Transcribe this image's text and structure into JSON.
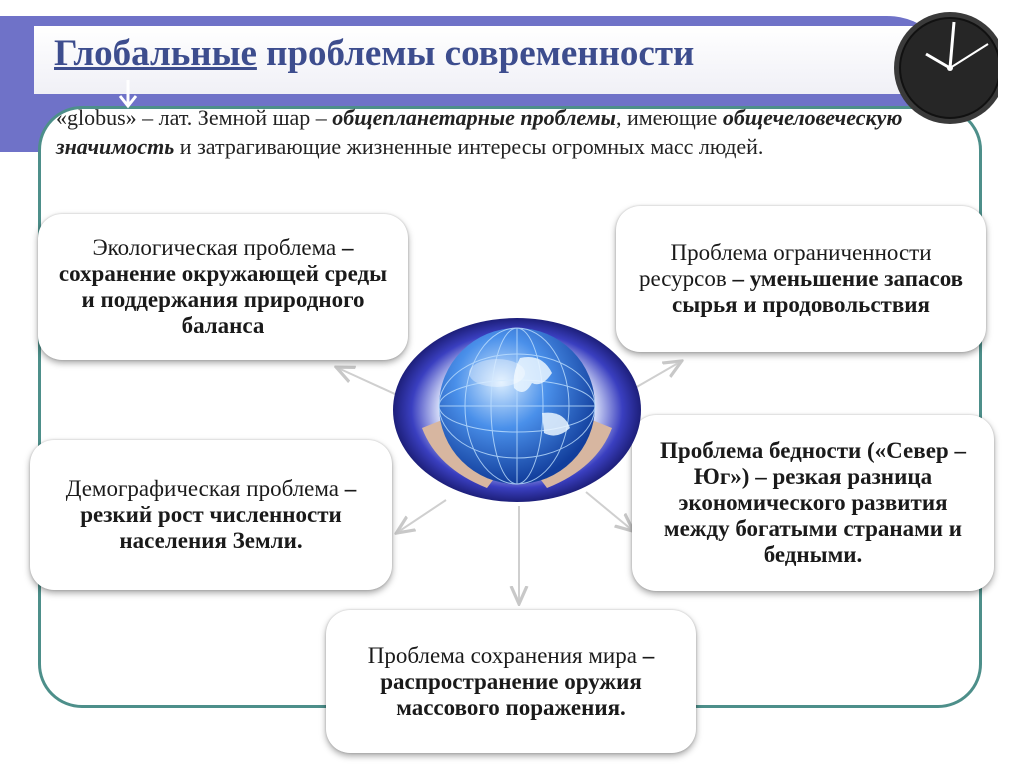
{
  "slide": {
    "title_word1": "Глобальные",
    "title_rest": " проблемы современности",
    "intro": {
      "part1": "«globus» – лат. Земной шар – ",
      "em1": "общепланетарные проблемы",
      "part2": ", имеющие ",
      "em2": "общечеловеческую значимость",
      "part3": " и затрагивающие жизненные интересы огромных масс людей."
    }
  },
  "diagram": {
    "nodes": [
      {
        "id": "ecology",
        "lead": "Экологическая проблема",
        "body": " – сохранение окружающей среды и поддержания природного баланса"
      },
      {
        "id": "resources",
        "lead": "Проблема ограниченности ресурсов",
        "body": " – уменьшение запасов сырья и продовольствия"
      },
      {
        "id": "demography",
        "lead": "Демографическая проблема",
        "body": " – резкий рост численности населения Земли."
      },
      {
        "id": "poverty",
        "lead": "Проблема бедности («Север – Юг»)",
        "body": " – резкая разница экономического развития между богатыми странами и бедными."
      },
      {
        "id": "peace",
        "lead": "Проблема сохранения мира",
        "body": " – распространение оружия массового поражения."
      }
    ],
    "edges": [
      {
        "from": "globe",
        "to": "ecology"
      },
      {
        "from": "globe",
        "to": "resources"
      },
      {
        "from": "globe",
        "to": "demography"
      },
      {
        "from": "globe",
        "to": "poverty"
      },
      {
        "from": "globe",
        "to": "peace"
      }
    ]
  },
  "colors": {
    "header_band": "#6f72c8",
    "title_text": "#3d4d8e",
    "frame_border": "#4d8f8a",
    "globe_blue": "#2f6fd8"
  },
  "icons": [
    "clock-icon",
    "globe-in-hands-image",
    "down-arrow-icon"
  ]
}
